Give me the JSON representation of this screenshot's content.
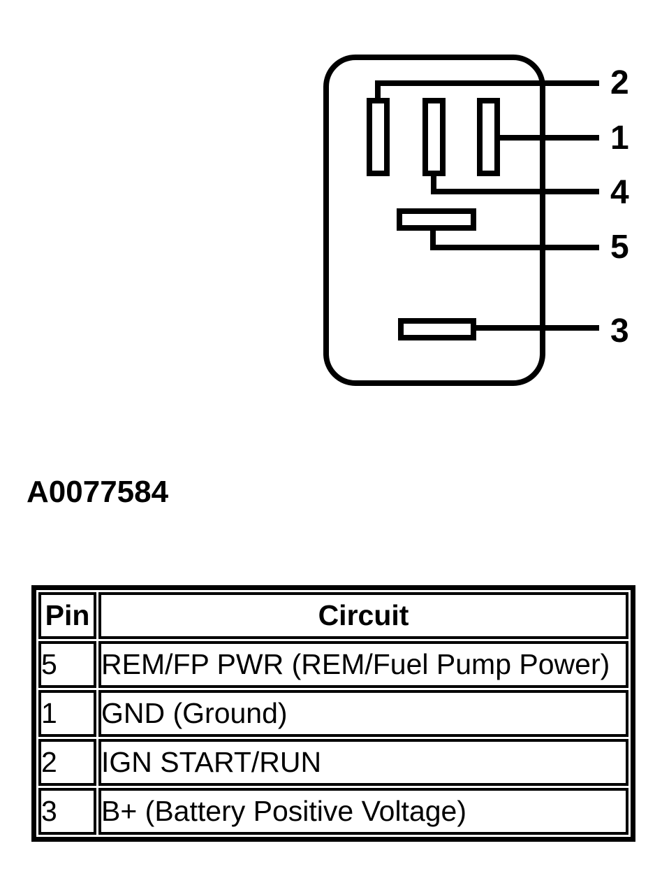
{
  "figure": {
    "id": "A0077584"
  },
  "colors": {
    "ink": "#000000",
    "background": "#ffffff"
  },
  "diagram": {
    "type": "relay-connector-pinout",
    "callouts": [
      {
        "label": "2"
      },
      {
        "label": "1"
      },
      {
        "label": "4"
      },
      {
        "label": "5"
      },
      {
        "label": "3"
      }
    ]
  },
  "table": {
    "headers": [
      "Pin",
      "Circuit"
    ],
    "rows": [
      {
        "pin": "5",
        "circuit": "REM/FP PWR (REM/Fuel Pump Power)"
      },
      {
        "pin": "1",
        "circuit": "GND (Ground)"
      },
      {
        "pin": "2",
        "circuit": "IGN START/RUN"
      },
      {
        "pin": "3",
        "circuit": "B+ (Battery Positive Voltage)"
      }
    ]
  }
}
